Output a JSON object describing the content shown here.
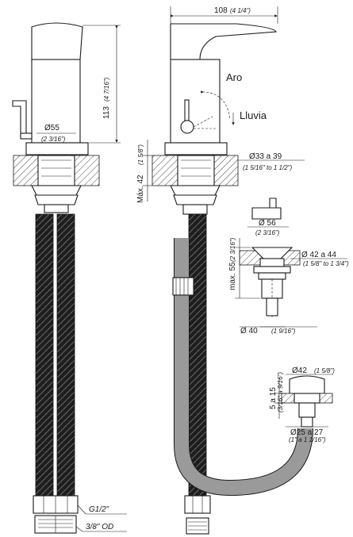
{
  "labels": {
    "width_main": "108",
    "width_main_in": "(4 1/4\")",
    "height_main": "113",
    "height_main_in": "(4 7/16\")",
    "base_diam": "Ø55",
    "base_diam_in": "(2 3/16\")",
    "max_thickness": "Máx. 42",
    "max_thickness_in": "(1 5/8\")",
    "hole_diam": "Ø33 a 39",
    "hole_diam_in": "(1 5/16\" to 1 1/2\")",
    "aro": "Aro",
    "lluvia": "Lluvia",
    "drain_top_diam": "Ø 56",
    "drain_top_diam_in": "(2 3/16\")",
    "drain_max": "max. 55",
    "drain_max_in": "(2 3/16\")",
    "drain_hole": "Ø 42 a 44",
    "drain_hole_in": "(1 5/8\" to 1 3/4\")",
    "drain_tail": "Ø 40",
    "drain_tail_in": "(1 9/16\")",
    "trap_diam": "Ø42",
    "trap_diam_in": "(1 5/8\")",
    "trap_thick": "5 a 15",
    "trap_thick_in": "(3/16\" a 9/16\")",
    "trap_hole": "Ø25 a 27",
    "trap_hole_in": "(1\" a 1 1/16\")",
    "g_half": "G1/2\"",
    "od": "3/8\" OD"
  }
}
